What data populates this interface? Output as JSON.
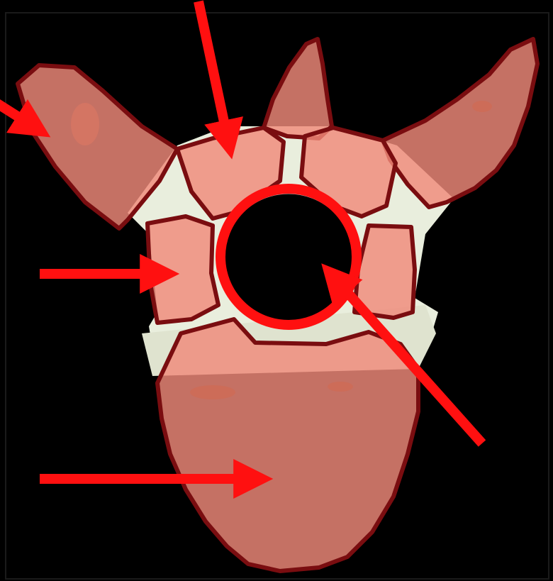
{
  "figure": {
    "subject": "vertebra-superior-view",
    "background_color": "#000000",
    "bone_color": "#e9eedd",
    "overlay_color": "#f08a7a",
    "overlay_edge_color": "#7a0d10",
    "marker_color": "#ff1010"
  },
  "regions": [
    {
      "id": "transverse-process-left"
    },
    {
      "id": "spinous-process"
    },
    {
      "id": "transverse-process-right"
    },
    {
      "id": "lamina-left"
    },
    {
      "id": "lamina-right"
    },
    {
      "id": "pedicle-left"
    },
    {
      "id": "pedicle-right"
    },
    {
      "id": "vertebral-body"
    },
    {
      "id": "vertebral-foramen"
    }
  ],
  "markers": [
    {
      "id": "arrow-transverse-process",
      "kind": "arrow"
    },
    {
      "id": "arrow-lamina",
      "kind": "arrow"
    },
    {
      "id": "arrow-pedicle",
      "kind": "arrow"
    },
    {
      "id": "arrow-vertebral-body",
      "kind": "arrow"
    },
    {
      "id": "arrow-vertebral-foramen",
      "kind": "arrow"
    },
    {
      "id": "circle-vertebral-foramen",
      "kind": "circle"
    }
  ]
}
